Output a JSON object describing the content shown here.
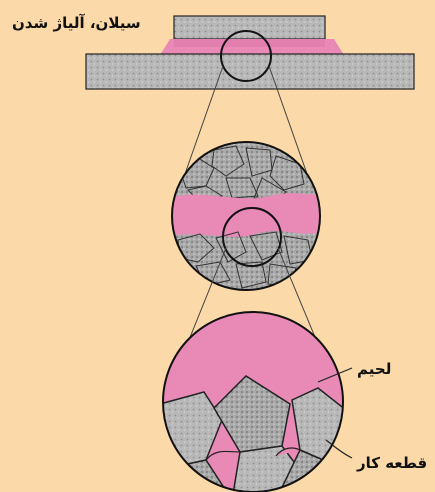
{
  "labels": {
    "flow_alloy": "سیلان، آلیاژ شدن",
    "solder": "لحیم",
    "workpiece": "قطعه کار"
  },
  "colors": {
    "background": "#fbd9a8",
    "solder_pink": "#e889b6",
    "metal_gray": "#b5b5b5",
    "outline": "#222222"
  }
}
